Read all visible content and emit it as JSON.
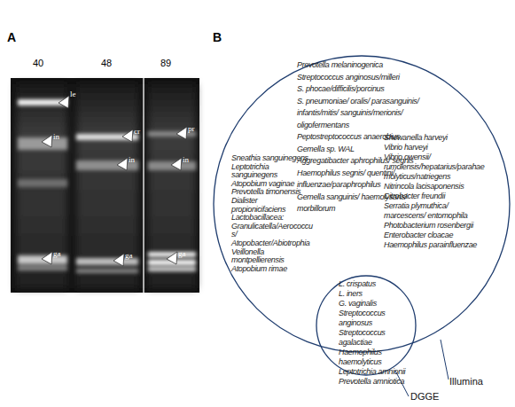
{
  "diagram": {
    "nodes": [
      {
        "text": [
          "Sneathia sanguinegens",
          "Leptotrichia sanguinegens",
          "Atopobium vaginae",
          "Prevotella timonensis",
          "Dialister propionicifaciens",
          "Lactobacillacea: Granulicatella/Aerococcus/ Atopobacter/Abiotrophia",
          "Veillonella montpellierensis",
          "Atopobium rimae",
          "Prevotella melaninogenica",
          "Streptococcus anginosus/milleri",
          "S. phocae/difficilis/porcinus",
          "S. pneumoniae/ oralis/ parasanguinis/ infantis/mitis/ sanguinis/merionis/ oligofermentans",
          "Peptostreptococcus anaerobius",
          "Gemella sp. WAL",
          "Aggregatibacter aphrophilus/ segnis",
          "Haemophilus segnis/ quentini/ influenzae/paraphrophilus",
          "Gemella sanguinis/ haemolysans/ morbillorum",
          "Shewanella harveyi",
          "Vibrio harveyi",
          "Vibrio owensii/ rumoiensis/hepatarius/parahaemolyticus/natriegens",
          "Nitrincola lacisaponensis",
          "Citrobacter freundii",
          "Serratia plymuthica/ marcescens/ entomophila",
          "Photobacterium rosenbergii",
          "Enterobacter cloacae",
          "Haemophilus parainfluenzae",
          "Illumina"
        ]
      },
      {
        "text": [
          "L. crispatus",
          "L. iners",
          "G. vaginalis",
          "Streptococcus anginosus",
          "Streptococcus agalactiae",
          "Haemophilus haemolyticus",
          "Leptotrichia amnionii",
          "Prevotella amniotica",
          "DGGE"
        ],
        "in": 0
      }
    ],
    "labels": [
      "A",
      "40",
      "48",
      "89",
      "le",
      "cr",
      "pr",
      "in",
      "in",
      "in",
      "ga",
      "ga",
      "ga",
      "B"
    ]
  }
}
